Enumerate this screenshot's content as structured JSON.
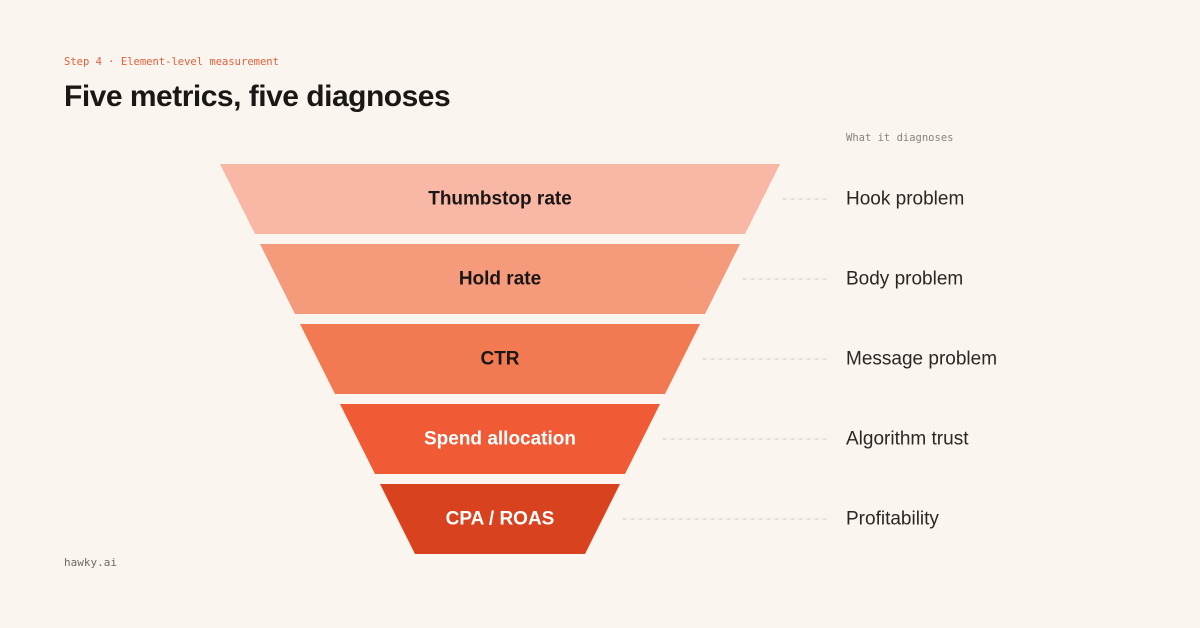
{
  "header": {
    "step_label": "Step 4 · Element-level measurement",
    "title": "Five metrics, five diagnoses"
  },
  "column_header": "What it diagnoses",
  "funnel": {
    "stages": [
      {
        "metric": "Thumbstop rate",
        "diagnosis": "Hook problem",
        "fill": "#f8b8a5",
        "text_color": "#1a1715"
      },
      {
        "metric": "Hold rate",
        "diagnosis": "Body problem",
        "fill": "#f59a7b",
        "text_color": "#1a1715"
      },
      {
        "metric": "CTR",
        "diagnosis": "Message problem",
        "fill": "#f27a52",
        "text_color": "#1a1715"
      },
      {
        "metric": "Spend allocation",
        "diagnosis": "Algorithm trust",
        "fill": "#f05a35",
        "text_color": "#ffffff"
      },
      {
        "metric": "CPA / ROAS",
        "diagnosis": "Profitability",
        "fill": "#d9421e",
        "text_color": "#ffffff"
      }
    ],
    "connector_color": "#d9d2c9",
    "diagnosis_text_color": "#2b2724"
  },
  "footer": {
    "brand": "hawky.ai"
  }
}
